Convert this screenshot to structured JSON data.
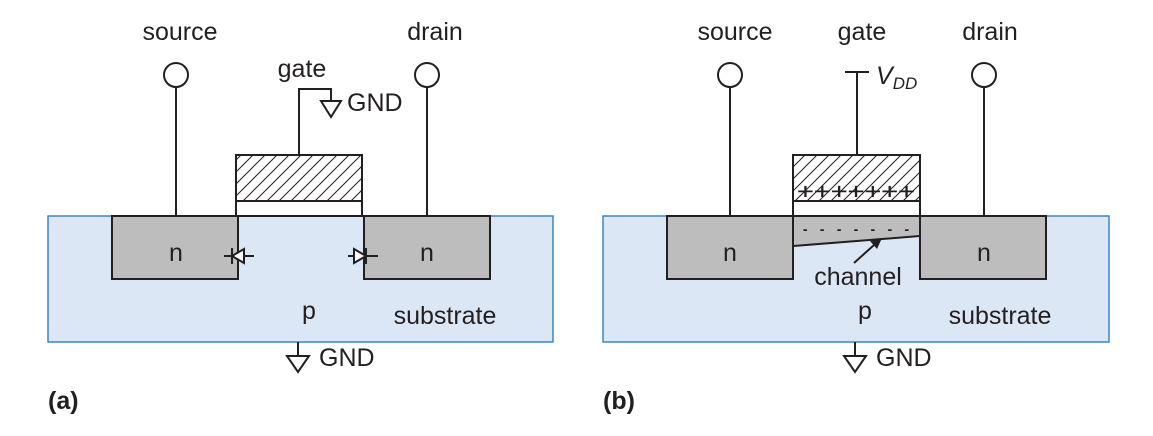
{
  "panel_a": {
    "label": "(a)",
    "source_label": "source",
    "drain_label": "drain",
    "gate_label": "gate",
    "gate_gnd_label": "GND",
    "source_region_label": "n",
    "drain_region_label": "n",
    "body_label": "p",
    "substrate_label": "substrate",
    "substrate_gnd_label": "GND"
  },
  "panel_b": {
    "label": "(b)",
    "source_label": "source",
    "gate_label": "gate",
    "drain_label": "drain",
    "vdd_main": "V",
    "vdd_sub": "DD",
    "gate_charge": "+++++++",
    "channel_charge": "- - - - - - -",
    "source_region_label": "n",
    "drain_region_label": "n",
    "channel_label": "channel",
    "body_label": "p",
    "substrate_label": "substrate",
    "substrate_gnd_label": "GND"
  },
  "colors": {
    "substrate_fill": "#dce7f5",
    "substrate_border": "#3a86c8",
    "n_region_fill": "#bdbdbd",
    "ink": "#231f20"
  }
}
